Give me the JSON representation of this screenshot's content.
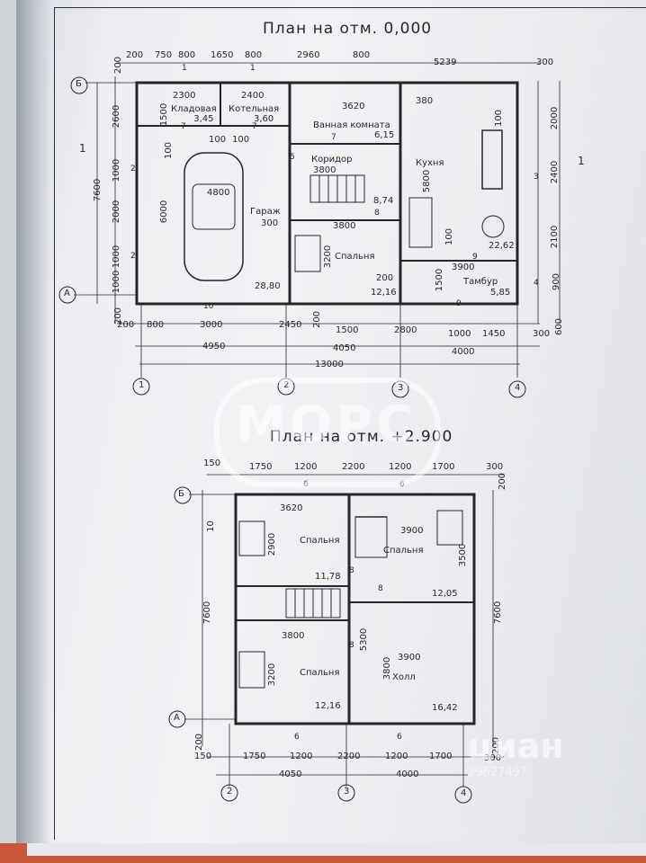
{
  "ground_floor": {
    "title": "План на отм. 0,000",
    "rooms": [
      {
        "name": "Кладовая",
        "area": "3,45"
      },
      {
        "name": "Котельная",
        "area": "3,60"
      },
      {
        "name": "Ванная комната",
        "area": "6,15"
      },
      {
        "name": "Коридор",
        "area": "8,74"
      },
      {
        "name": "Кухня",
        "area": "22,62"
      },
      {
        "name": "Гараж",
        "area": "28,80"
      },
      {
        "name": "Спальня",
        "area": "12,16"
      },
      {
        "name": "Тамбур",
        "area": "5,85"
      }
    ],
    "top_dims": [
      "200",
      "750",
      "800",
      "1650",
      "800",
      "2960",
      "800",
      "5239",
      "300"
    ],
    "inner_dims": [
      "2300",
      "2400",
      "3620",
      "380",
      "100",
      "100",
      "3800",
      "4800",
      "300",
      "3800",
      "200",
      "3900",
      "6000",
      "3200",
      "5800",
      "100",
      "100",
      "1500",
      "1500",
      "2400",
      "2100",
      "900",
      "2000",
      "1500",
      "100"
    ],
    "left_dims": [
      "200",
      "2600",
      "1000",
      "2000",
      "1000",
      "1000",
      "200",
      "7600"
    ],
    "bottom_dims": [
      "200",
      "800",
      "3000",
      "2450",
      "200",
      "1500",
      "2800",
      "1000",
      "1450",
      "300",
      "600",
      "4950",
      "4050",
      "4000",
      "13000"
    ],
    "axes_letters": [
      "Б",
      "А"
    ],
    "axes_numbers": [
      "1",
      "2",
      "3",
      "4"
    ],
    "section_marks": [
      "1",
      "1"
    ],
    "window_marks": [
      "1",
      "1",
      "2",
      "2",
      "3",
      "4",
      "5",
      "7",
      "7",
      "7",
      "8",
      "9",
      "9",
      "10"
    ]
  },
  "upper_floor": {
    "title": "План на отм. +2.900",
    "rooms": [
      {
        "name": "Спальня",
        "area": "11,78"
      },
      {
        "name": "Спальня",
        "area": "12,05"
      },
      {
        "name": "Спальня",
        "area": "12,16"
      },
      {
        "name": "Холл",
        "area": "16,42"
      }
    ],
    "top_dims": [
      "150",
      "1750",
      "1200",
      "2200",
      "1200",
      "1700",
      "300",
      "200"
    ],
    "inner_dims": [
      "3620",
      "3900",
      "2900",
      "3500",
      "3800",
      "3900",
      "3200",
      "3800",
      "5300"
    ],
    "left_dims": [
      "10",
      "7600",
      "200",
      "150"
    ],
    "right_dims": [
      "7600",
      "200",
      "300"
    ],
    "bottom_dims": [
      "1750",
      "1200",
      "2200",
      "1200",
      "1700",
      "4050",
      "4000"
    ],
    "axes_letters": [
      "Б",
      "А"
    ],
    "axes_numbers": [
      "2",
      "3",
      "4"
    ],
    "window_marks": [
      "6",
      "6",
      "6",
      "6",
      "8",
      "8",
      "8"
    ]
  },
  "watermark": {
    "text": "МОРС",
    "color": "#ffffff"
  },
  "corner_watermark": {
    "line1": "циан",
    "line2": "29627497"
  }
}
